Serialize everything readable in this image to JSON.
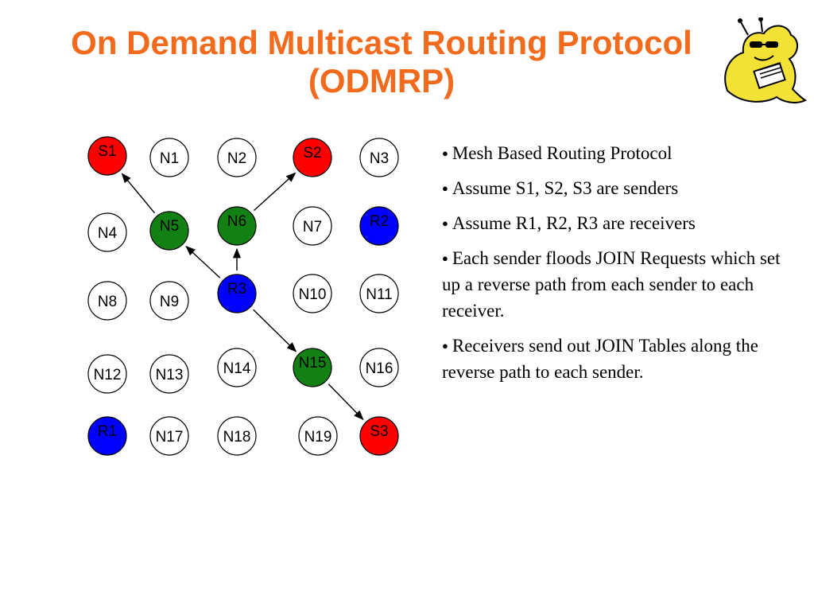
{
  "slide": {
    "title_line1": "On Demand Multicast Routing Protocol",
    "title_line2": "(ODMRP)"
  },
  "colors": {
    "title": "#f26b1d",
    "sender": "#ff0000",
    "receiver": "#0000ff",
    "forwarding": "#128012",
    "plain": "#ffffff"
  },
  "mascot_icon": "slug-mascot-icon",
  "nodes": [
    {
      "id": "S1",
      "role": "sender"
    },
    {
      "id": "N1",
      "role": "plain"
    },
    {
      "id": "N2",
      "role": "plain"
    },
    {
      "id": "S2",
      "role": "sender"
    },
    {
      "id": "N3",
      "role": "plain"
    },
    {
      "id": "N4",
      "role": "plain"
    },
    {
      "id": "N5",
      "role": "forwarding"
    },
    {
      "id": "N6",
      "role": "forwarding"
    },
    {
      "id": "N7",
      "role": "plain"
    },
    {
      "id": "R2",
      "role": "receiver"
    },
    {
      "id": "N8",
      "role": "plain"
    },
    {
      "id": "N9",
      "role": "plain"
    },
    {
      "id": "R3",
      "role": "receiver"
    },
    {
      "id": "N10",
      "role": "plain"
    },
    {
      "id": "N11",
      "role": "plain"
    },
    {
      "id": "N12",
      "role": "plain"
    },
    {
      "id": "N13",
      "role": "plain"
    },
    {
      "id": "N14",
      "role": "plain"
    },
    {
      "id": "N15",
      "role": "forwarding"
    },
    {
      "id": "N16",
      "role": "plain"
    },
    {
      "id": "R1",
      "role": "receiver"
    },
    {
      "id": "N17",
      "role": "plain"
    },
    {
      "id": "N18",
      "role": "plain"
    },
    {
      "id": "N19",
      "role": "plain"
    },
    {
      "id": "S3",
      "role": "sender"
    }
  ],
  "edges": [
    {
      "from": "N5",
      "to": "S1"
    },
    {
      "from": "N6",
      "to": "S2"
    },
    {
      "from": "R3",
      "to": "N6"
    },
    {
      "from": "R3",
      "to": "N5"
    },
    {
      "from": "R3",
      "to": "N15"
    },
    {
      "from": "N15",
      "to": "S3"
    }
  ],
  "bullets": [
    "Mesh Based Routing Protocol",
    "Assume S1, S2, S3 are senders",
    "Assume R1, R2, R3 are receivers",
    "Each sender floods JOIN Requests which set up a reverse path from each sender to each receiver.",
    "Receivers send out JOIN Tables along the reverse path to each sender."
  ]
}
